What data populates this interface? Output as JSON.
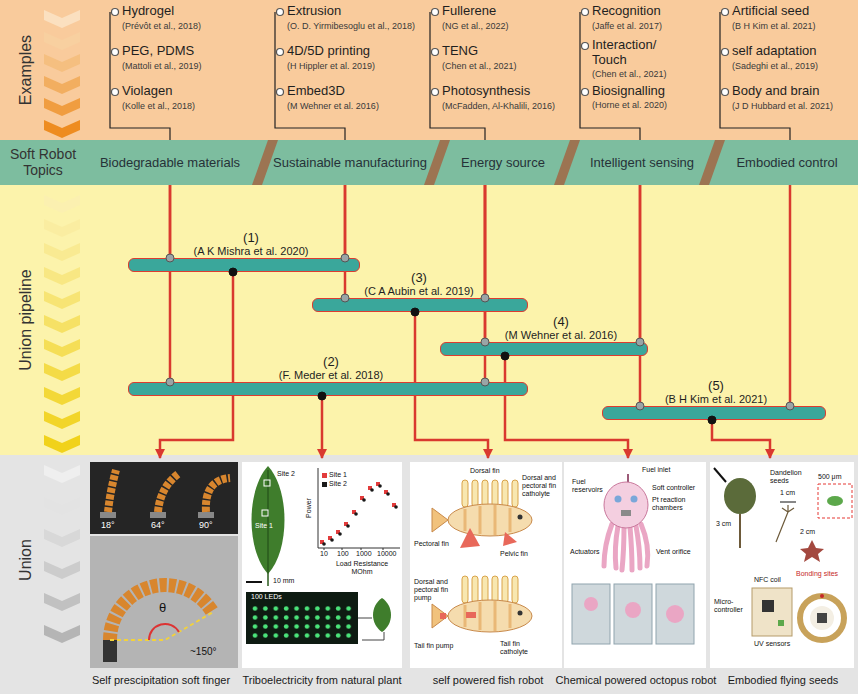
{
  "diagram": {
    "nodes": [
      {
        "text": [
          "Biodegradable materials"
        ]
      },
      {
        "text": [
          "Sustainable manufacturing"
        ]
      },
      {
        "text": [
          "Energy source"
        ]
      },
      {
        "text": [
          "Intelligent sensing"
        ]
      },
      {
        "text": [
          "Embodied control"
        ]
      },
      {
        "text": [
          "(1)",
          "(A K Mishra et al. 2020)"
        ]
      },
      {
        "text": [
          "(3)",
          "(C A Aubin et al. 2019)"
        ]
      },
      {
        "text": [
          "(4)",
          "(M Wehner et al. 2016)"
        ]
      },
      {
        "text": [
          "(2)",
          "(F. Meder et al. 2018)"
        ]
      },
      {
        "text": [
          "(5)",
          "(B H Kim et al. 2021)"
        ]
      },
      {
        "text": [
          "Self prescipitation soft finger"
        ]
      },
      {
        "text": [
          "Triboelectricity from natural plant"
        ]
      },
      {
        "text": [
          "self powered fish robot"
        ]
      },
      {
        "text": [
          "Chemical powered octopus robot"
        ]
      },
      {
        "text": [
          "Embodied flying seeds"
        ]
      }
    ],
    "edges": [
      {
        "from": 0,
        "to": 5,
        "arrow": "none"
      },
      {
        "from": 1,
        "to": 5,
        "arrow": "none"
      },
      {
        "from": 0,
        "to": 8,
        "arrow": "none"
      },
      {
        "from": 1,
        "to": 6,
        "arrow": "none"
      },
      {
        "from": 2,
        "to": 6,
        "arrow": "none"
      },
      {
        "from": 2,
        "to": 7,
        "arrow": "none"
      },
      {
        "from": 2,
        "to": 8,
        "arrow": "none"
      },
      {
        "from": 3,
        "to": 7,
        "arrow": "none"
      },
      {
        "from": 3,
        "to": 9,
        "arrow": "none"
      },
      {
        "from": 4,
        "to": 9,
        "arrow": "none"
      },
      {
        "from": 5,
        "to": 10,
        "arrow": "to"
      },
      {
        "from": 8,
        "to": 11,
        "arrow": "to"
      },
      {
        "from": 6,
        "to": 12,
        "arrow": "to"
      },
      {
        "from": 7,
        "to": 13,
        "arrow": "to"
      },
      {
        "from": 9,
        "to": 14,
        "arrow": "to"
      }
    ],
    "labels": [
      "Examples",
      "Soft Robot Topics",
      "Union pipeline",
      "Union",
      "Hydrogel",
      "(Prévôt et al., 2018)",
      "PEG, PDMS",
      "(Mattoli et al., 2019)",
      "Violagen",
      "(Kolle et al., 2018)",
      "Extrusion",
      "(O. D. Yirmibesoglu et al., 2018)",
      "4D/5D printing",
      "(H Hippler et al. 2019)",
      "Embed3D",
      "(M Wehner et al. 2016)",
      "Fullerene",
      "(NG et al., 2022)",
      "TENG",
      "(Chen et al., 2021)",
      "Photosynthesis",
      "(McFadden, Al-Khalili, 2016)",
      "Recognition",
      "(Jaffe et al. 2017)",
      "Interaction/ Touch",
      "(Chen et al., 2021)",
      "Biosignalling",
      "(Horne et al. 2020)",
      "Artificial seed",
      "(B H Kim et al. 2021)",
      "self adaptation",
      "(Sadeghi et al., 2019)",
      "Body and brain",
      "(J D Hubbard et al. 2021)",
      "18°",
      "64°",
      "90°",
      "θ",
      "~150°",
      "Site 2",
      "Site 1",
      "10 mm",
      "Power",
      "10",
      "100",
      "1000",
      "10000",
      "Load Resistance MOhm",
      "100 LEDs",
      "Dorsal fin",
      "Dorsal and pectoral fin catholyte",
      "Pectoral fin",
      "Pelvic fin",
      "Dorsal and pectoral fin pump",
      "Tail fin pump",
      "Tail fin catholyte",
      "Fuel inlet",
      "Fuel reservoirs",
      "Soft controller",
      "Pt reaction chambers",
      "Actuators",
      "Vent orifice",
      "Dandelion seeds",
      "1 cm",
      "500 μm",
      "3 cm",
      "2 cm",
      "NFC coil",
      "Bonding sites",
      "Micro-controller",
      "UV sensors"
    ],
    "legend": [
      {
        "text": "Site 1",
        "color": "#e23b3b"
      },
      {
        "text": "Site 2",
        "color": "#1a1a1a"
      }
    ]
  }
}
